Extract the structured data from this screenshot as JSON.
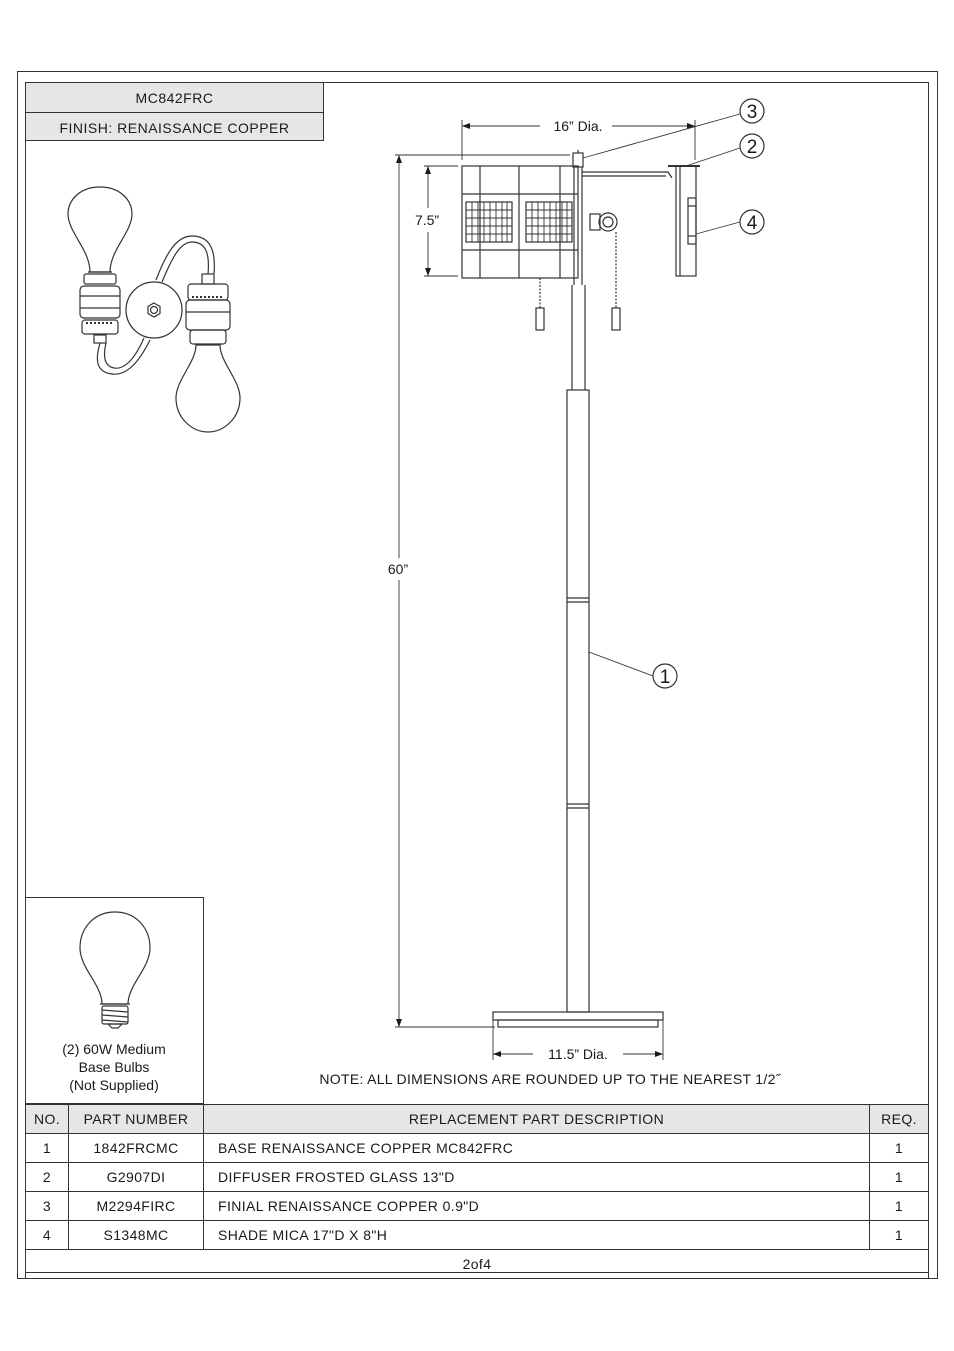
{
  "header": {
    "model": "MC842FRC",
    "finish": "FINISH: RENAISSANCE COPPER"
  },
  "dimensions": {
    "shade_diameter": "16” Dia.",
    "shade_height": "7.5”",
    "overall_height": "60”",
    "base_diameter": "11.5” Dia."
  },
  "callouts": [
    "1",
    "2",
    "3",
    "4"
  ],
  "bulb_note": {
    "line1": "(2) 60W Medium",
    "line2": "Base Bulbs",
    "line3": "(Not Supplied)"
  },
  "note": "NOTE:  ALL DIMENSIONS ARE ROUNDED UP TO THE NEAREST  1/2˝",
  "parts_table": {
    "headers": {
      "no": "NO.",
      "part_number": "PART NUMBER",
      "description": "REPLACEMENT PART DESCRIPTION",
      "req": "REQ."
    },
    "rows": [
      {
        "no": "1",
        "part_number": "1842FRCMC",
        "description": "BASE RENAISSANCE COPPER MC842FRC",
        "req": "1"
      },
      {
        "no": "2",
        "part_number": "G2907DI",
        "description": "DIFFUSER FROSTED GLASS 13\"D",
        "req": "1"
      },
      {
        "no": "3",
        "part_number": "M2294FIRC",
        "description": "FINIAL RENAISSANCE COPPER 0.9\"D",
        "req": "1"
      },
      {
        "no": "4",
        "part_number": "S1348MC",
        "description": "SHADE MICA 17\"D X 8\"H",
        "req": "1"
      }
    ]
  },
  "page": "2of4"
}
